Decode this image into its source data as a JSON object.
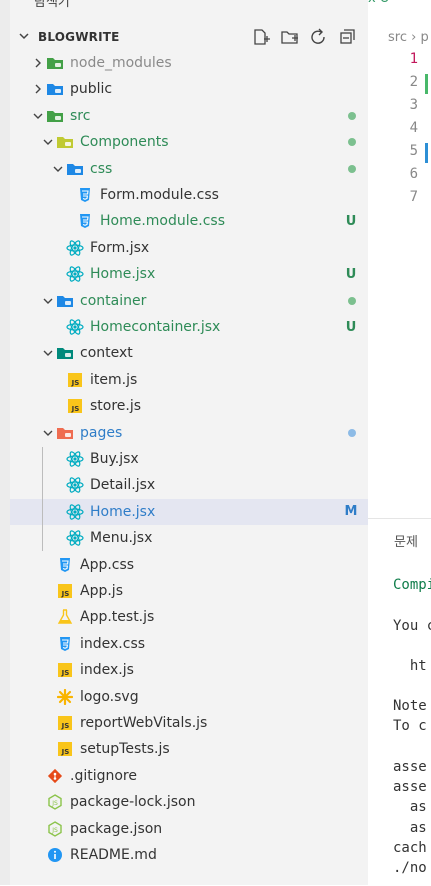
{
  "sidebar": {
    "top_title": "탐색기",
    "header_title": "BLOGWRITE",
    "actions": [
      "new-file-icon",
      "new-folder-icon",
      "refresh-icon",
      "collapse-all-icon"
    ],
    "rows": [
      {
        "label": "node_modules",
        "kind": "folder",
        "open": false,
        "level": 1,
        "color": "#8a8a8a",
        "icon": "folder-node-icon",
        "icolor": "#43a047"
      },
      {
        "label": "public",
        "kind": "folder",
        "open": false,
        "level": 1,
        "color": "#333333",
        "icon": "folder-public-icon",
        "icolor": "#1e88e5"
      },
      {
        "label": "src",
        "kind": "folder",
        "open": true,
        "level": 1,
        "color": "#2e8b57",
        "icon": "folder-src-icon",
        "icolor": "#43a047",
        "dot": "#7cc08f"
      },
      {
        "label": "Components",
        "kind": "folder",
        "open": true,
        "level": 2,
        "color": "#2e8b57",
        "icon": "folder-components-icon",
        "icolor": "#c0ca33",
        "dot": "#7cc08f"
      },
      {
        "label": "css",
        "kind": "folder",
        "open": true,
        "level": 3,
        "color": "#2e8b57",
        "icon": "folder-css-icon",
        "icolor": "#1e88e5",
        "dot": "#7cc08f"
      },
      {
        "label": "Form.module.css",
        "kind": "file",
        "level": 4,
        "color": "#333333",
        "icon": "css-icon",
        "icolor": "#2196f3"
      },
      {
        "label": "Home.module.css",
        "kind": "file",
        "level": 4,
        "color": "#2e8b57",
        "icon": "css-icon",
        "icolor": "#2196f3",
        "badge": "U",
        "bcolor": "#2e8b57"
      },
      {
        "label": "Form.jsx",
        "kind": "file",
        "level": 3,
        "color": "#333333",
        "icon": "react-icon",
        "icolor": "#00acc1"
      },
      {
        "label": "Home.jsx",
        "kind": "file",
        "level": 3,
        "color": "#2e8b57",
        "icon": "react-icon",
        "icolor": "#00acc1",
        "badge": "U",
        "bcolor": "#2e8b57"
      },
      {
        "label": "container",
        "kind": "folder",
        "open": true,
        "level": 2,
        "color": "#2e8b57",
        "icon": "folder-container-icon",
        "icolor": "#1e88e5",
        "dot": "#7cc08f"
      },
      {
        "label": "Homecontainer.jsx",
        "kind": "file",
        "level": 3,
        "color": "#2e8b57",
        "icon": "react-icon",
        "icolor": "#00acc1",
        "badge": "U",
        "bcolor": "#2e8b57"
      },
      {
        "label": "context",
        "kind": "folder",
        "open": true,
        "level": 2,
        "color": "#333333",
        "icon": "folder-context-icon",
        "icolor": "#00897b"
      },
      {
        "label": "item.js",
        "kind": "file",
        "level": 3,
        "color": "#333333",
        "icon": "js-icon",
        "icolor": "#f9c51a"
      },
      {
        "label": "store.js",
        "kind": "file",
        "level": 3,
        "color": "#333333",
        "icon": "js-icon",
        "icolor": "#f9c51a"
      },
      {
        "label": "pages",
        "kind": "folder",
        "open": true,
        "level": 2,
        "color": "#2f7dc8",
        "icon": "folder-pages-icon",
        "icolor": "#ef6c50",
        "dot": "#8dbbe6"
      },
      {
        "label": "Buy.jsx",
        "kind": "file",
        "level": 3,
        "color": "#333333",
        "icon": "react-icon",
        "icolor": "#00acc1"
      },
      {
        "label": "Detail.jsx",
        "kind": "file",
        "level": 3,
        "color": "#333333",
        "icon": "react-icon",
        "icolor": "#00acc1"
      },
      {
        "label": "Home.jsx",
        "kind": "file",
        "level": 3,
        "color": "#2f7dc8",
        "icon": "react-icon",
        "icolor": "#00acc1",
        "badge": "M",
        "bcolor": "#2f7dc8",
        "selected": true
      },
      {
        "label": "Menu.jsx",
        "kind": "file",
        "level": 3,
        "color": "#333333",
        "icon": "react-icon",
        "icolor": "#00acc1"
      },
      {
        "label": "App.css",
        "kind": "file",
        "level": 2,
        "color": "#333333",
        "icon": "css-icon",
        "icolor": "#2196f3"
      },
      {
        "label": "App.js",
        "kind": "file",
        "level": 2,
        "color": "#333333",
        "icon": "js-icon",
        "icolor": "#f9c51a"
      },
      {
        "label": "App.test.js",
        "kind": "file",
        "level": 2,
        "color": "#333333",
        "icon": "test-flask-icon",
        "icolor": "#f9c51a"
      },
      {
        "label": "index.css",
        "kind": "file",
        "level": 2,
        "color": "#333333",
        "icon": "css-icon",
        "icolor": "#2196f3"
      },
      {
        "label": "index.js",
        "kind": "file",
        "level": 2,
        "color": "#333333",
        "icon": "js-icon",
        "icolor": "#f9c51a"
      },
      {
        "label": "logo.svg",
        "kind": "file",
        "level": 2,
        "color": "#333333",
        "icon": "svg-icon",
        "icolor": "#f9b400"
      },
      {
        "label": "reportWebVitals.js",
        "kind": "file",
        "level": 2,
        "color": "#333333",
        "icon": "js-icon",
        "icolor": "#f9c51a"
      },
      {
        "label": "setupTests.js",
        "kind": "file",
        "level": 2,
        "color": "#333333",
        "icon": "js-icon",
        "icolor": "#f9c51a"
      },
      {
        "label": ".gitignore",
        "kind": "file",
        "level": 1,
        "color": "#333333",
        "icon": "git-icon",
        "icolor": "#e64a19"
      },
      {
        "label": "package-lock.json",
        "kind": "file",
        "level": 1,
        "color": "#333333",
        "icon": "nodejs-icon",
        "icolor": "#8bc34a"
      },
      {
        "label": "package.json",
        "kind": "file",
        "level": 1,
        "color": "#333333",
        "icon": "nodejs-icon",
        "icolor": "#8bc34a"
      },
      {
        "label": "README.md",
        "kind": "file",
        "level": 1,
        "color": "#333333",
        "icon": "info-icon",
        "icolor": "#2196f3"
      }
    ]
  },
  "editor": {
    "tab_close": "x U",
    "breadcrumb": "src › p",
    "line_numbers": [
      "1",
      "2",
      "3",
      "4",
      "5",
      "6",
      "7"
    ],
    "gutter_marks": [
      {
        "line": 2,
        "color": "#48b86a"
      },
      {
        "line": 5,
        "color": "#2d8fd5"
      }
    ]
  },
  "panel": {
    "tab_label": "문제",
    "lines": [
      {
        "text": "Compi",
        "color": "green"
      },
      {
        "text": "You c",
        "color": "normal"
      },
      {
        "text": "  ht",
        "color": "normal"
      },
      {
        "text": "Note",
        "color": "normal"
      },
      {
        "text": "To c",
        "color": "normal"
      },
      {
        "text": "asse",
        "color": "normal"
      },
      {
        "text": "asse",
        "color": "normal"
      },
      {
        "text": "  as",
        "color": "normal"
      },
      {
        "text": "  as",
        "color": "normal"
      },
      {
        "text": "cach",
        "color": "normal"
      },
      {
        "text": "./no",
        "color": "normal"
      }
    ]
  }
}
